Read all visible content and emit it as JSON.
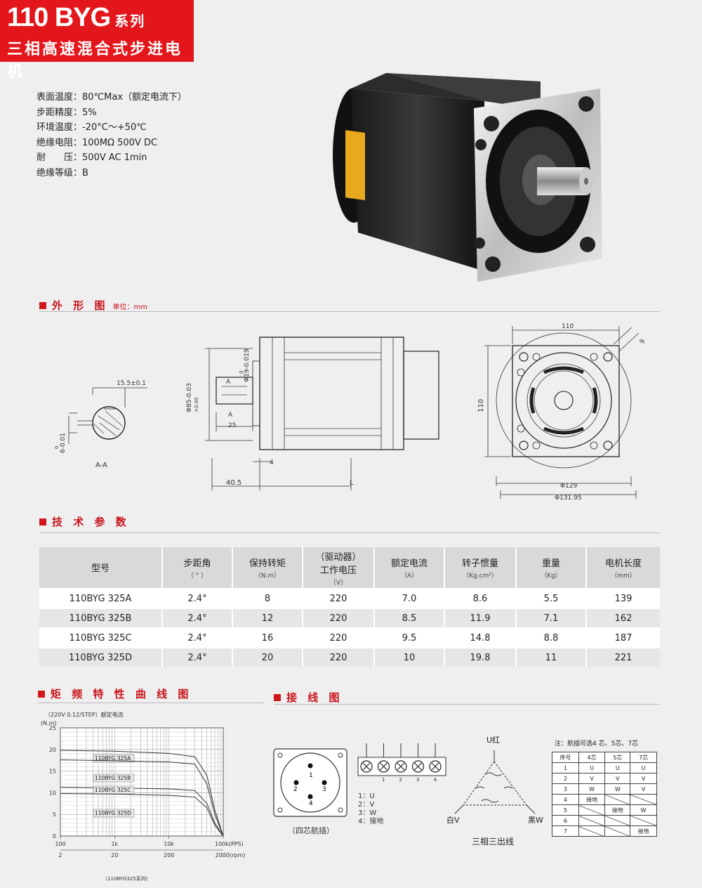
{
  "header": {
    "series_code": "110 BYG",
    "series_suffix": "系列",
    "subtitle": "三相高速混合式步进电机"
  },
  "specs": [
    {
      "label": "表面温度",
      "value": "80℃Max（额定电流下）"
    },
    {
      "label": "步距精度",
      "value": "5%"
    },
    {
      "label": "环境温度",
      "value": "-20°C～+50℃"
    },
    {
      "label": "绝缘电阻",
      "value": "100MΩ 500V DC"
    },
    {
      "label": "耐　　压",
      "value": "500V AC 1min"
    },
    {
      "label": "绝缘等级",
      "value": "B"
    }
  ],
  "outline": {
    "title": "外 形 图",
    "unit": "单位：mm",
    "section_label": "A-A",
    "dim_key_width": "15.5±0.1",
    "dim_key_depth": "6-0.01",
    "dim_key_depth_top": "0",
    "dim_pilot": "Φ85-0.03",
    "dim_pilot_top": "+0.00",
    "dim_shaft": "Φ19-0.019",
    "dim_shaft_top": "0",
    "dim_shaft_len": "25",
    "dim_flange_th": "4",
    "dim_shaft_total": "40.5",
    "dim_body_len": "L",
    "mark_a": "A",
    "dim_face_w": "110",
    "dim_face_h": "110",
    "dim_hole": "9",
    "dim_circle1": "Φ129",
    "dim_circle2": "Φ131.95"
  },
  "params": {
    "title": "技 术 参 数",
    "headers": [
      {
        "name": "型号",
        "unit": ""
      },
      {
        "name": "步距角",
        "unit": "（ ° ）"
      },
      {
        "name": "保持转矩",
        "unit": "（N.m）"
      },
      {
        "name": "（驱动器）\n工作电压",
        "unit": "（V）"
      },
      {
        "name": "额定电流",
        "unit": "（A）"
      },
      {
        "name": "转子惯量",
        "unit": "（Kg.cm²）"
      },
      {
        "name": "重量",
        "unit": "（Kg）"
      },
      {
        "name": "电机长度",
        "unit": "（mm）"
      }
    ],
    "rows": [
      [
        "110BYG 325A",
        "2.4°",
        "8",
        "220",
        "7.0",
        "8.6",
        "5.5",
        "139"
      ],
      [
        "110BYG 325B",
        "2.4°",
        "12",
        "220",
        "8.5",
        "11.9",
        "7.1",
        "162"
      ],
      [
        "110BYG 325C",
        "2.4°",
        "16",
        "220",
        "9.5",
        "14.8",
        "8.8",
        "187"
      ],
      [
        "110BYG 325D",
        "2.4°",
        "20",
        "220",
        "10",
        "19.8",
        "11",
        "221"
      ]
    ]
  },
  "chart_data": {
    "type": "line",
    "title": "矩 频 特 性 曲 线 图",
    "condition": "（220V 0.12/STEP）额定电流",
    "ylabel": "(N.m)",
    "yticks": [
      "0",
      "5",
      "10",
      "15",
      "20",
      "25"
    ],
    "ylim": [
      0,
      25
    ],
    "xticks_pps": [
      "100",
      "1k",
      "10k",
      "100k(PPS)"
    ],
    "xticks_rpm": [
      "2",
      "20",
      "200",
      "2000(rpm)"
    ],
    "xscale": "log",
    "xlim": [
      100,
      100000
    ],
    "footnote": "（110BYG325系列）",
    "grid": true,
    "series": [
      {
        "name": "110BYG 325A",
        "x": [
          100,
          1000,
          10000,
          30000,
          50000,
          70000,
          100000
        ],
        "y": [
          19.8,
          19.6,
          19.1,
          18.3,
          14.0,
          6.0,
          0
        ]
      },
      {
        "name": "110BYG 325B",
        "x": [
          100,
          1000,
          10000,
          30000,
          50000,
          70000,
          100000
        ],
        "y": [
          17.6,
          17.4,
          17.1,
          16.6,
          12.0,
          5.0,
          0
        ]
      },
      {
        "name": "110BYG 325C",
        "x": [
          100,
          1000,
          10000,
          30000,
          50000,
          70000,
          100000
        ],
        "y": [
          11.3,
          11.1,
          10.9,
          10.5,
          7.5,
          3.0,
          0
        ]
      },
      {
        "name": "110BYG 325D",
        "x": [
          100,
          1000,
          10000,
          30000,
          50000,
          70000,
          100000
        ],
        "y": [
          9.8,
          9.7,
          9.4,
          9.0,
          6.5,
          2.5,
          0
        ]
      }
    ]
  },
  "wiring": {
    "title": "接 线 图",
    "connector_caption": "（四芯航插）",
    "pins": [
      "1",
      "2",
      "3",
      "4"
    ],
    "pin_legend": [
      "1：U",
      "2：V",
      "3：W",
      "4：接地"
    ],
    "terminal_nums": [
      "1",
      "2",
      "3",
      "4"
    ],
    "phase_u": "U红",
    "phase_v": "白V",
    "phase_w": "黑W",
    "triangle_caption": "三相三出线",
    "note": "注：航插可选4 芯、5芯、7芯",
    "table_headers": [
      "序号",
      "4芯",
      "5芯",
      "7芯"
    ],
    "table_rows": [
      [
        "1",
        "U",
        "U",
        "U"
      ],
      [
        "2",
        "V",
        "V",
        "V"
      ],
      [
        "3",
        "W",
        "W",
        "V"
      ],
      [
        "4",
        "接地",
        "",
        ""
      ],
      [
        "5",
        "",
        "接地",
        "W"
      ],
      [
        "6",
        "",
        "",
        ""
      ],
      [
        "7",
        "",
        "",
        "接地"
      ]
    ]
  }
}
